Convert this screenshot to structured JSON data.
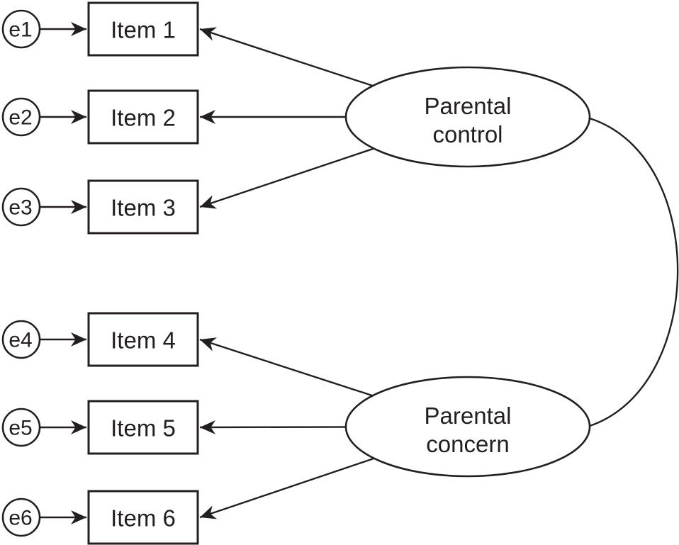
{
  "colors": {
    "line": "#231f20",
    "background": "#ffffff"
  },
  "factors": [
    {
      "label_lines": [
        "Parental",
        "control"
      ]
    },
    {
      "label_lines": [
        "Parental",
        "concern"
      ]
    }
  ],
  "indicators": [
    {
      "label": "Item 1",
      "error": "e1"
    },
    {
      "label": "Item 2",
      "error": "e2"
    },
    {
      "label": "Item 3",
      "error": "e3"
    },
    {
      "label": "Item 4",
      "error": "e4"
    },
    {
      "label": "Item 5",
      "error": "e5"
    },
    {
      "label": "Item 6",
      "error": "e6"
    }
  ]
}
